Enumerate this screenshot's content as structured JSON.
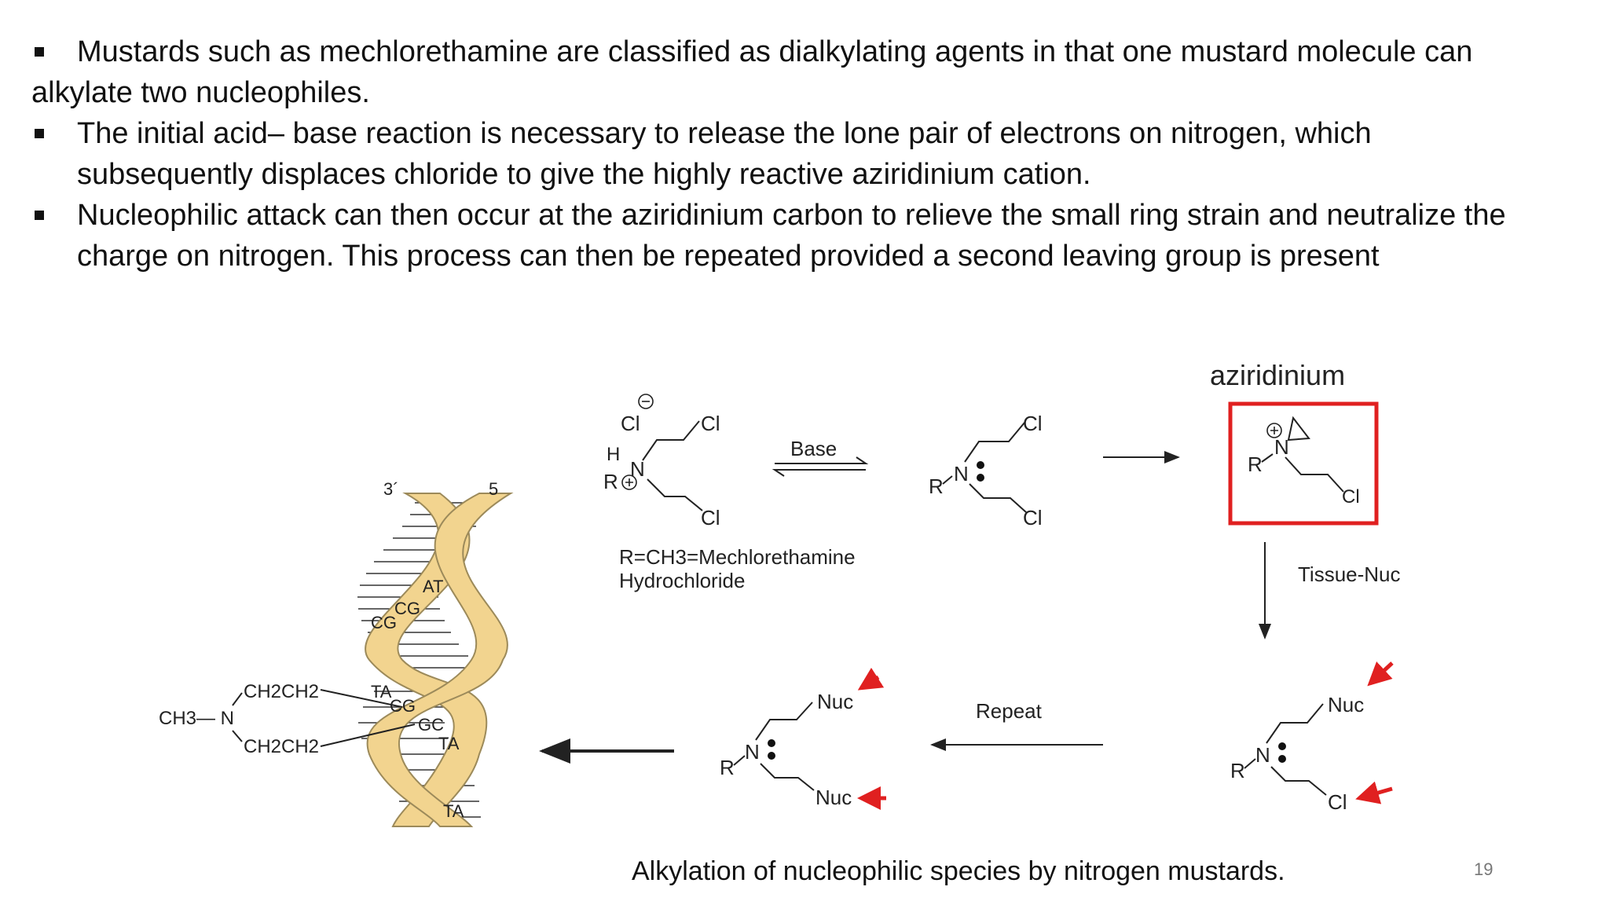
{
  "bullets": [
    {
      "line1": "Mustards such as mechlorethamine are classified as dialkylating agents in that one mustard molecule can",
      "line2": "alkylate two nucleophiles."
    },
    {
      "line1": "The initial acid–  base  reaction is necessary  to  release  the  lone  pair  of  electrons  on nitrogen, which",
      "line2": "subsequently displaces chloride to give the highly reactive aziridinium cation."
    },
    {
      "line1": "Nucleophilic attack can then occur at the aziridinium carbon to relieve the small ring strain and neutralize the",
      "line2": "charge on nitrogen. This process can then be repeated provided a second leaving group is present"
    }
  ],
  "scheme": {
    "aziridinium_label": "aziridinium",
    "base_label": "Base",
    "tissue_label": "Tissue-Nuc",
    "repeat_label": "Repeat",
    "note_line1": "R=CH3=Mechlorethamine",
    "note_line2": "Hydrochloride",
    "atoms": {
      "cl": "Cl",
      "n": "N",
      "h": "H",
      "r": "R",
      "nuc": "Nuc",
      "ch3n": "CH3— N",
      "ch2ch2": "CH2CH2"
    },
    "dna": {
      "end3": "3´",
      "end5": "5",
      "pairs": [
        "AT",
        "CG",
        "CG",
        "TA",
        "CG",
        "GC",
        "TA",
        "TA"
      ]
    }
  },
  "colors": {
    "highlight": "#e02020",
    "helix": "#f2d48f",
    "text": "#111111"
  },
  "caption": "Alkylation of nucleophilic species by nitrogen mustards.",
  "page_number": "19"
}
